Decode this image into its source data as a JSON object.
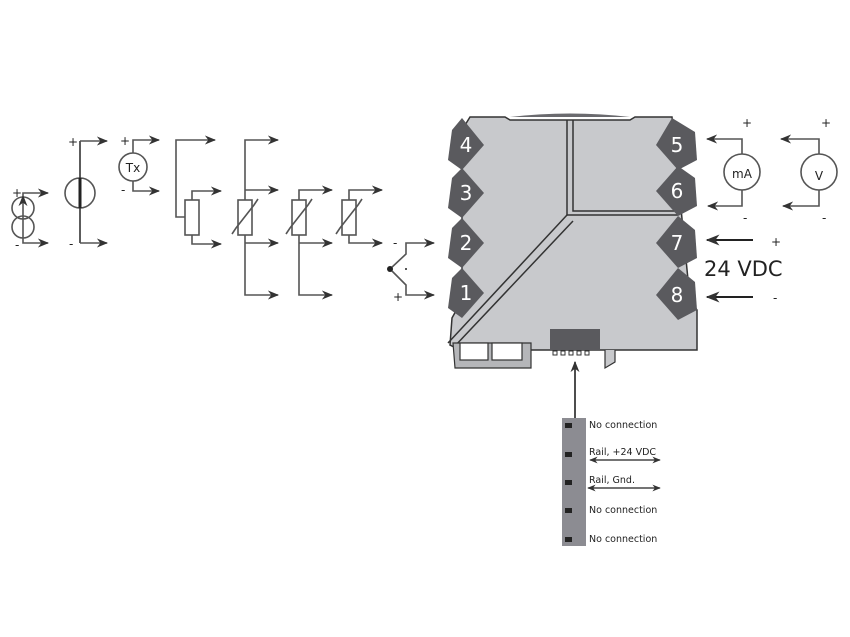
{
  "signs": {
    "plus": "+",
    "minus": "-"
  },
  "inputs": {
    "transmitter": "Tx"
  },
  "terminals": {
    "left": [
      "4",
      "3",
      "2",
      "1"
    ],
    "right": [
      "5",
      "6",
      "7",
      "8"
    ]
  },
  "outputs": {
    "current_meter": "mA",
    "voltage_meter": "V"
  },
  "supply": {
    "label": "24 VDC"
  },
  "bus_connector": {
    "pins": [
      "No connection",
      "Rail, +24 VDC",
      "Rail, Gnd.",
      "No connection",
      "No connection"
    ]
  },
  "colors": {
    "housing": "#c8c9cc",
    "terminal": "#5a5a5e",
    "bus": "#8c8c92",
    "wire": "#555555"
  }
}
